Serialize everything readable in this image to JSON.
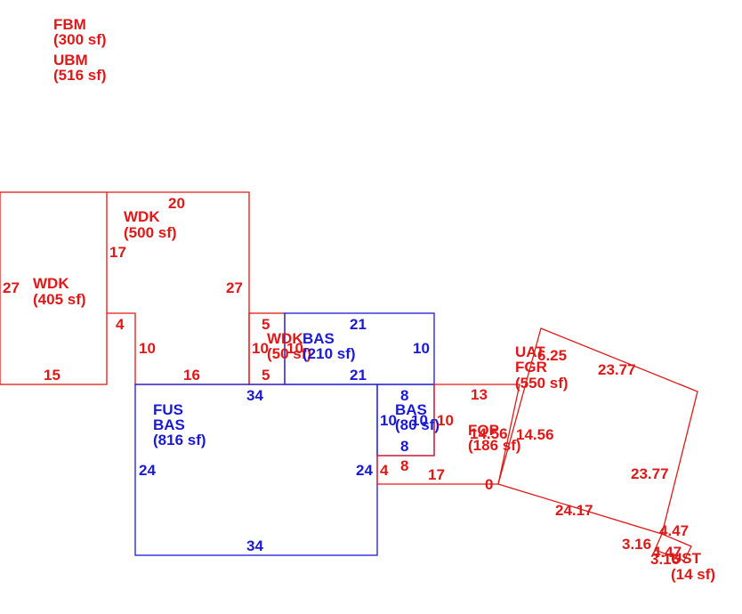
{
  "colors": {
    "exterior": "#e01818",
    "living": "#1a1ad6"
  },
  "summary": {
    "fbm_code": "FBM",
    "fbm_area": "(300 sf)",
    "ubm_code": "UBM",
    "ubm_area": "(516 sf)"
  },
  "areas": {
    "wdk_left": {
      "code": "WDK",
      "area": "(405 sf)"
    },
    "wdk_top": {
      "code": "WDK",
      "area": "(500 sf)"
    },
    "wdk_small": {
      "code": "WDK",
      "area": "(50 sf)"
    },
    "bas_upper": {
      "code": "BAS",
      "area": "(210 sf)"
    },
    "fus_bas": {
      "code1": "FUS",
      "code2": "BAS",
      "area": "(816 sf)"
    },
    "bas_small": {
      "code": "BAS",
      "area": "(80 sf)"
    },
    "fop": {
      "code": "FOP",
      "area": "(186 sf)"
    },
    "uat_fgr": {
      "code1": "UAT",
      "code2": "FGR",
      "area": "(550 sf)"
    },
    "ust": {
      "code": "UST",
      "area": "(14 sf)"
    }
  },
  "dimensions": {
    "wdk_left_left": "27",
    "wdk_left_bottom": "15",
    "wdk_top_top": "20",
    "wdk_top_left": "17",
    "wdk_top_right": "27",
    "wdk_top_notch": "4",
    "wdk_top_inner": "10",
    "wdk_top_bottom": "16",
    "wdk_small_top": "5",
    "wdk_small_left": "10",
    "wdk_small_right": "10",
    "wdk_small_bottom": "5",
    "bas_upper_top": "21",
    "bas_upper_right": "10",
    "bas_upper_bottom": "21",
    "fus_top": "34",
    "fus_left": "24",
    "fus_right": "24",
    "fus_bottom": "34",
    "bas_small_top": "8",
    "bas_small_left": "10",
    "bas_small_right": "10",
    "bas_small_bottom": "8",
    "fop_left_edge": "4",
    "fop_bottom_step": "8",
    "fop_bottom": "17",
    "fop_right_edge": "10",
    "fop_top": "13",
    "fop_diag_a": "14.56",
    "fop_diag_b": "14.56",
    "fop_zero": "0",
    "fgr_short": "6.25",
    "fgr_top": "23.77",
    "fgr_right": "23.77",
    "fgr_bottom": "24.17",
    "ust_top": "4.47",
    "ust_left": "3.16",
    "ust_inner": "4.47",
    "ust_bottom": "3.16"
  }
}
